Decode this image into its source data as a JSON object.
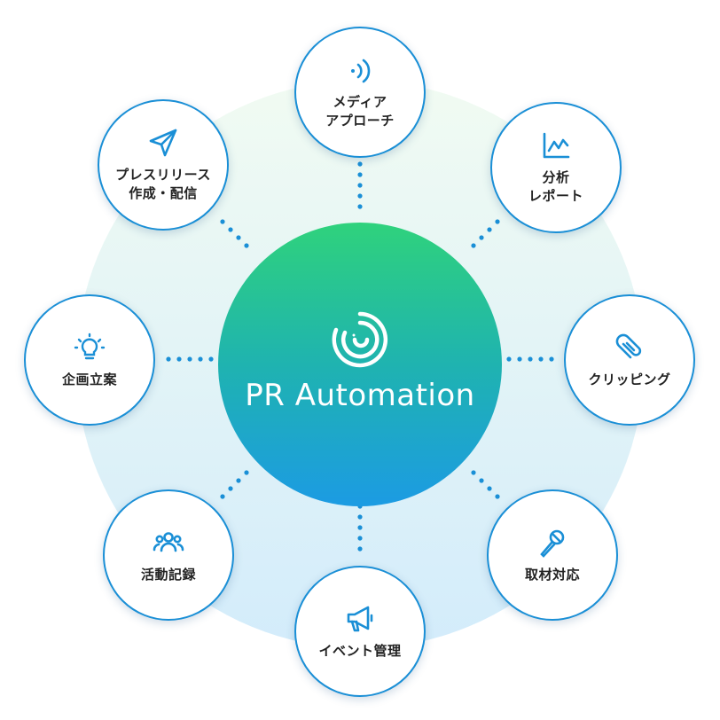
{
  "center": {
    "title": "PR Automation",
    "logo_icon": "spiral-logo-icon"
  },
  "colors": {
    "node_border": "#1a8fd6",
    "icon": "#1a8fd6",
    "dot": "#1a8fd6",
    "gradient_top": "#2fd27c",
    "gradient_bottom": "#1c9be3"
  },
  "nodes": [
    {
      "id": "media-approach",
      "icon": "signal-icon",
      "lines": [
        "メディア",
        "アプローチ"
      ]
    },
    {
      "id": "analysis-report",
      "icon": "chart-icon",
      "lines": [
        "分析",
        "レポート"
      ]
    },
    {
      "id": "clipping",
      "icon": "paperclip-icon",
      "lines": [
        "クリッピング"
      ]
    },
    {
      "id": "interview",
      "icon": "microphone-icon",
      "lines": [
        "取材対応"
      ]
    },
    {
      "id": "event",
      "icon": "megaphone-icon",
      "lines": [
        "イベント管理"
      ]
    },
    {
      "id": "activity-log",
      "icon": "people-icon",
      "lines": [
        "活動記録"
      ]
    },
    {
      "id": "planning",
      "icon": "lightbulb-icon",
      "lines": [
        "企画立案"
      ]
    },
    {
      "id": "press-release",
      "icon": "send-icon",
      "lines": [
        "プレスリリース",
        "作成・配信"
      ]
    }
  ]
}
